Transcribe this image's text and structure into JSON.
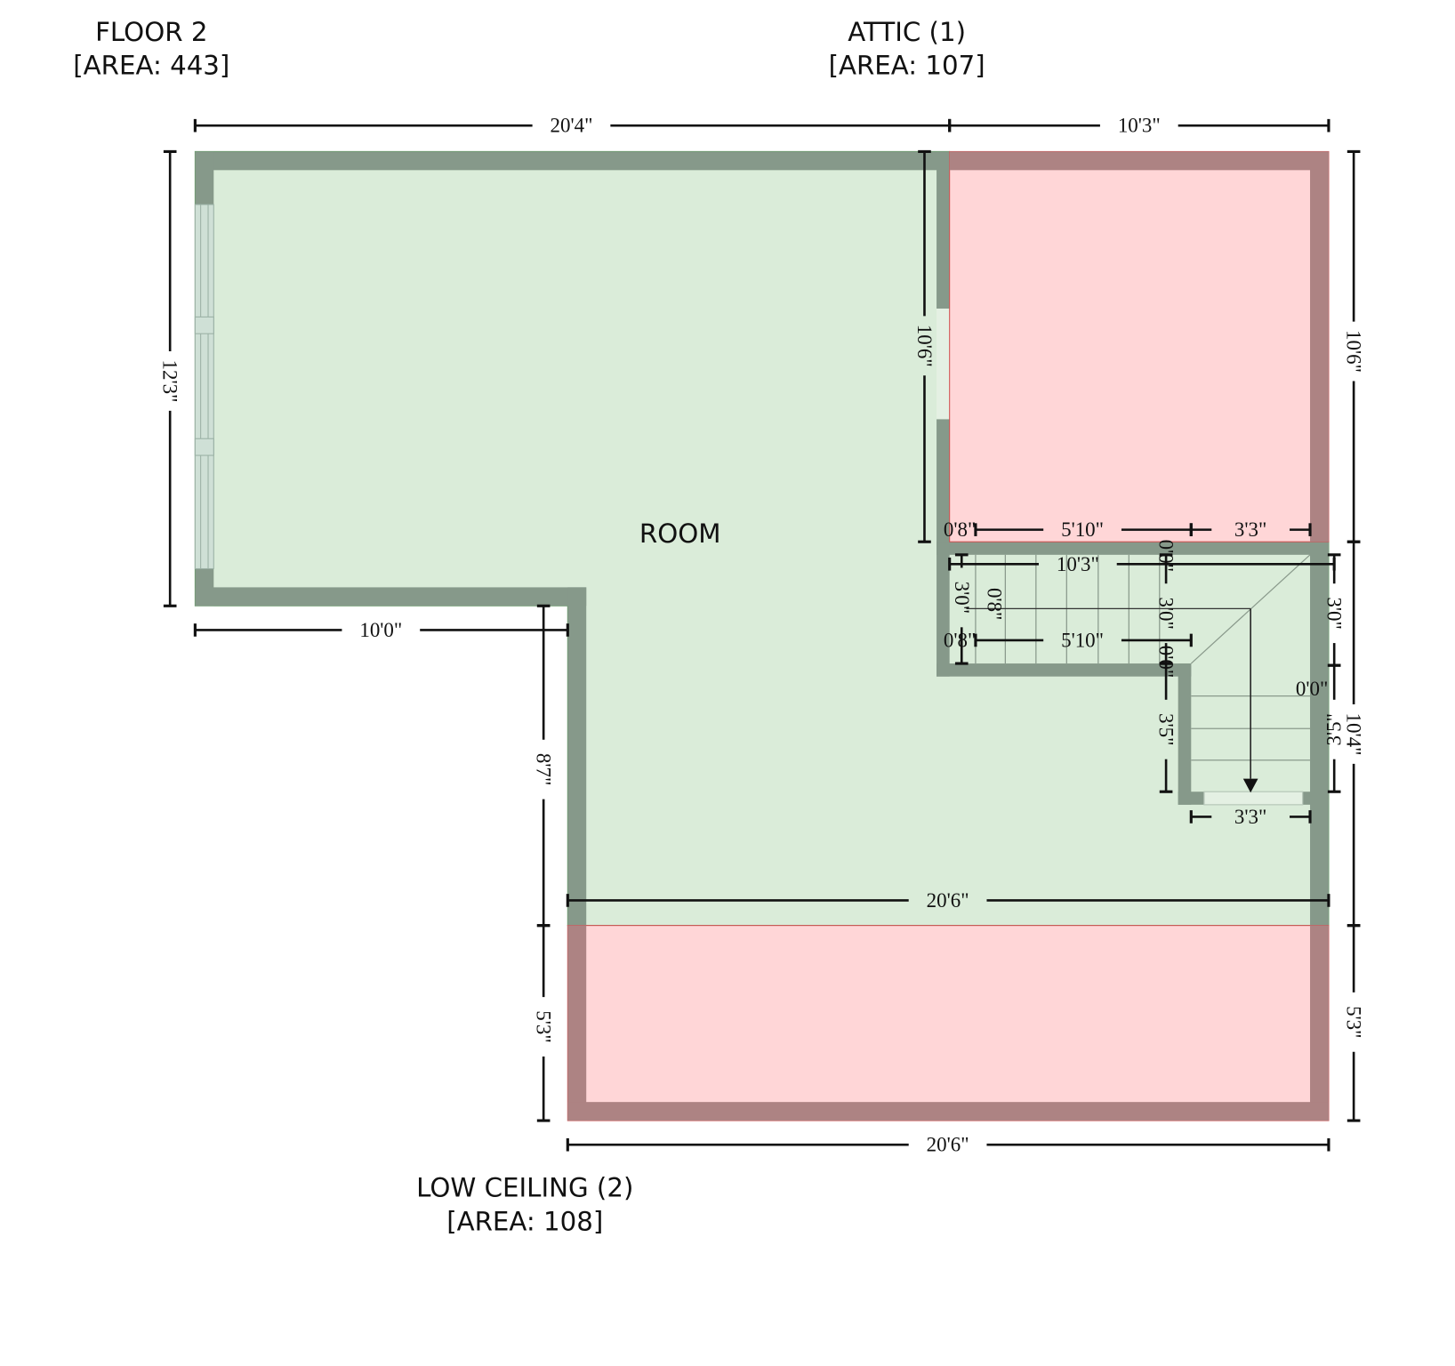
{
  "titles": {
    "floor": {
      "name": "FLOOR 2",
      "area": "[AREA: 443]"
    },
    "attic": {
      "name": "ATTIC (1)",
      "area": "[AREA: 107]"
    },
    "low_ceiling": {
      "name": "LOW CEILING (2)",
      "area": "[AREA: 108]"
    }
  },
  "room_label": "ROOM",
  "colors": {
    "room_fill": "#daecd9",
    "room_wall": "#86998a",
    "restricted_fill": "#ffd6d7",
    "restricted_wall": "#ad8383",
    "window": "#cfe0d6"
  },
  "dimensions": {
    "top_main": "20'4\"",
    "top_attic": "10'3\"",
    "left_height": "12'3\"",
    "left_bottom": "10'0\"",
    "lower_left_1": "8'7\"",
    "lower_left_2": "5'3\"",
    "bottom": "20'6\"",
    "room_width": "20'6\"",
    "right_1": "10'6\"",
    "right_2": "10'4\"",
    "right_3": "5'3\"",
    "inner_height": "10'6\"",
    "stair_top_a": "0'8\"",
    "stair_top_b": "5'10\"",
    "stair_top_c": "3'3\"",
    "stair_width": "10'3\"",
    "stair_v0a": "0'0\"",
    "stair_v1": "3'0\"",
    "stair_v0b": "0'0\"",
    "stair_v2": "3'5\"",
    "stair_r1": "3'0\"",
    "stair_r0": "0'0\"",
    "stair_r2": "3'5\"",
    "stair_bottom": "3'3\"",
    "stair_left_a": "3'0\"",
    "stair_left_b": "0'8\"",
    "stair_mid_a": "0'8\"",
    "stair_mid_b": "5'10\""
  }
}
